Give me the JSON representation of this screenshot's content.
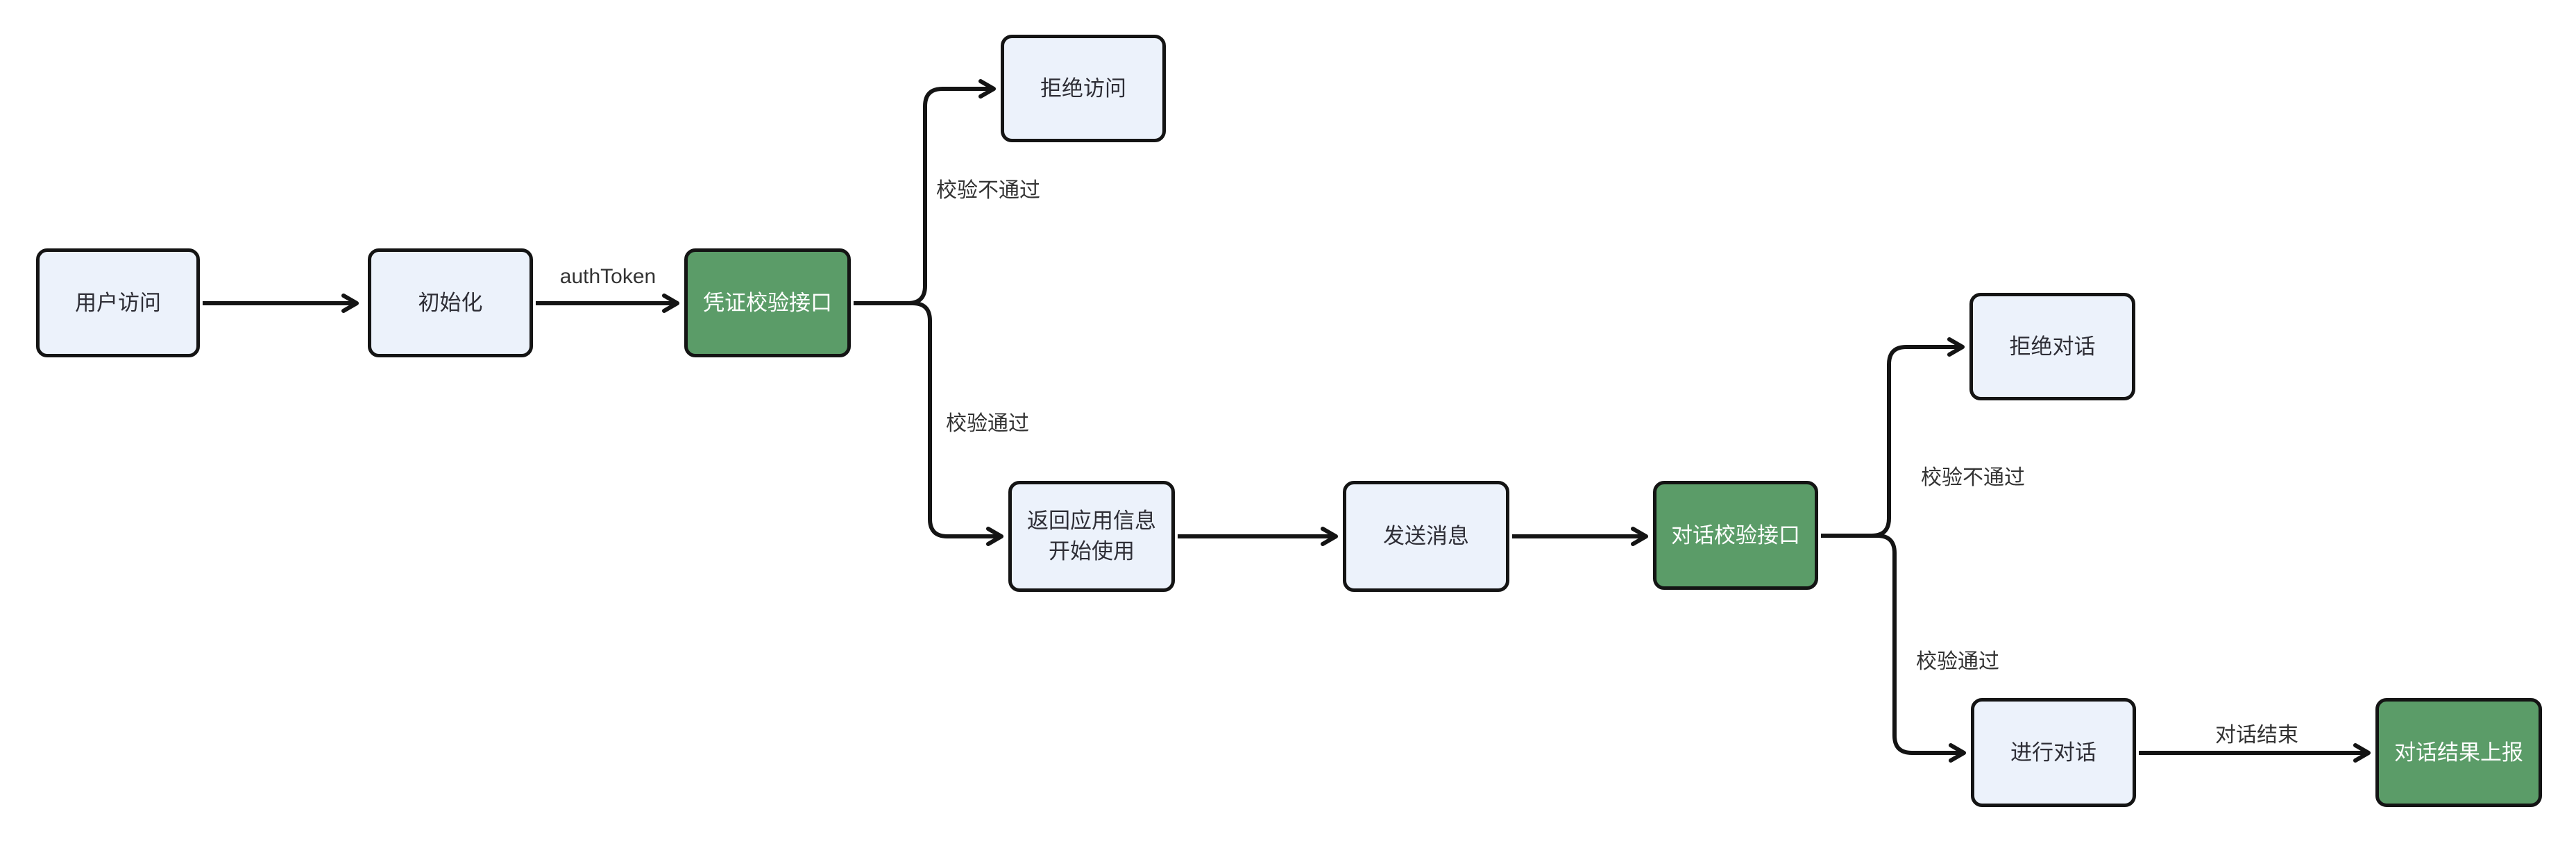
{
  "diagram": {
    "type": "flowchart",
    "background": "#ffffff",
    "colors": {
      "node_fill": "#ecf2fb",
      "node_border": "#141414",
      "node_text": "#2e2e36",
      "accent_node_fill": "#5b9c68",
      "accent_node_text": "#ffffff",
      "edge_line": "#141414",
      "edge_label_text": "#333333"
    },
    "nodes": [
      {
        "id": "user-access",
        "label": "用户访问",
        "style": "default"
      },
      {
        "id": "init",
        "label": "初始化",
        "style": "default"
      },
      {
        "id": "credential-check-api",
        "label": "凭证校验接口",
        "style": "accent"
      },
      {
        "id": "deny-access",
        "label": "拒绝访问",
        "style": "default"
      },
      {
        "id": "return-app-info",
        "label": "返回应用信息",
        "label2": "开始使用",
        "style": "default"
      },
      {
        "id": "send-message",
        "label": "发送消息",
        "style": "default"
      },
      {
        "id": "dialog-check-api",
        "label": "对话校验接口",
        "style": "accent"
      },
      {
        "id": "deny-dialog",
        "label": "拒绝对话",
        "style": "default"
      },
      {
        "id": "do-dialog",
        "label": "进行对话",
        "style": "default"
      },
      {
        "id": "report-result",
        "label": "对话结果上报",
        "style": "accent"
      }
    ],
    "edges": [
      {
        "from": "user-access",
        "to": "init",
        "label": ""
      },
      {
        "from": "init",
        "to": "credential-check-api",
        "label": "authToken"
      },
      {
        "from": "credential-check-api",
        "to": "deny-access",
        "label": "校验不通过"
      },
      {
        "from": "credential-check-api",
        "to": "return-app-info",
        "label": "校验通过"
      },
      {
        "from": "return-app-info",
        "to": "send-message",
        "label": ""
      },
      {
        "from": "send-message",
        "to": "dialog-check-api",
        "label": ""
      },
      {
        "from": "dialog-check-api",
        "to": "deny-dialog",
        "label": "校验不通过"
      },
      {
        "from": "dialog-check-api",
        "to": "do-dialog",
        "label": "校验通过"
      },
      {
        "from": "do-dialog",
        "to": "report-result",
        "label": "对话结束"
      }
    ]
  }
}
